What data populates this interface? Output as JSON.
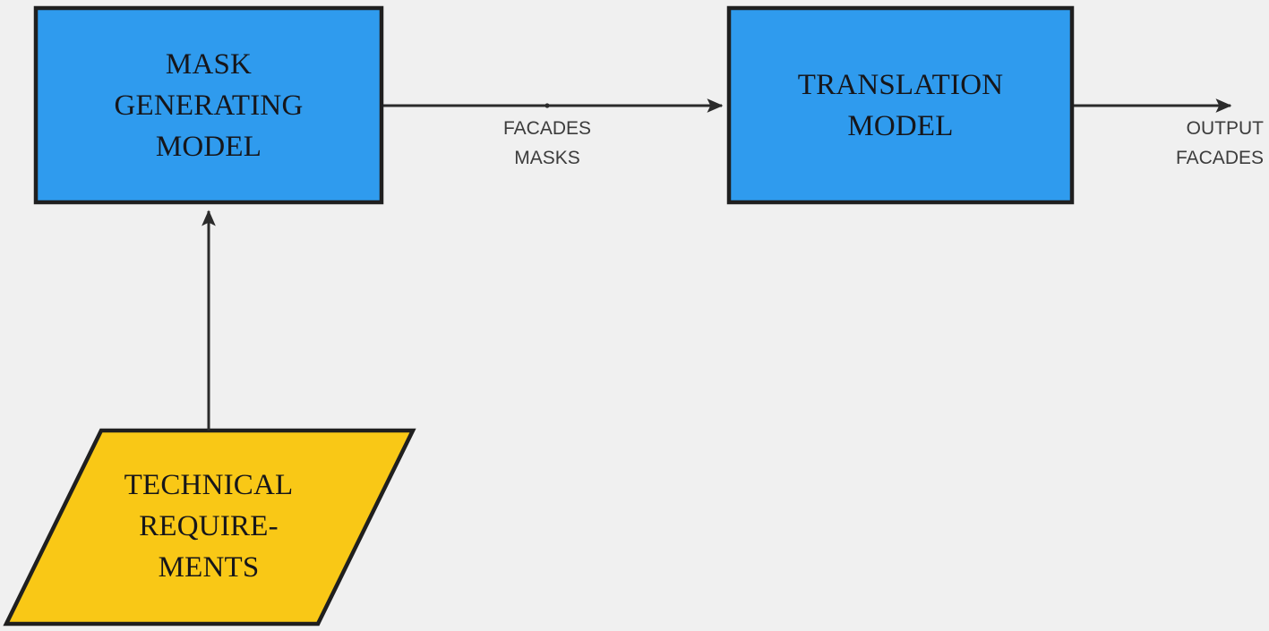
{
  "diagram": {
    "type": "flowchart",
    "background_color": "#f0f0f0",
    "nodes": [
      {
        "id": "mask-generating-model",
        "shape": "rectangle",
        "lines": [
          "MASK",
          "GENERATING",
          "MODEL"
        ],
        "fill_color": "#2f9bee",
        "stroke_color": "#1f1f1f"
      },
      {
        "id": "translation-model",
        "shape": "rectangle",
        "lines": [
          "TRANSLATION",
          "MODEL"
        ],
        "fill_color": "#2f9bee",
        "stroke_color": "#1f1f1f"
      },
      {
        "id": "technical-requirements",
        "shape": "parallelogram",
        "lines": [
          "TECHNICAL",
          "REQUIRE-",
          "MENTS"
        ],
        "fill_color": "#f9c816",
        "stroke_color": "#1f1f1f"
      }
    ],
    "edges": [
      {
        "id": "mask-to-translation",
        "from": "mask-generating-model",
        "to": "translation-model",
        "lines": [
          "FACADES",
          "MASKS"
        ],
        "stroke_color": "#2b2b2b",
        "arrowhead": "filled-triangle"
      },
      {
        "id": "translation-to-output",
        "from": "translation-model",
        "to": "output",
        "lines": [
          "OUTPUT",
          "FACADES"
        ],
        "stroke_color": "#2b2b2b",
        "arrowhead": "filled-triangle"
      },
      {
        "id": "requirements-to-mask",
        "from": "technical-requirements",
        "to": "mask-generating-model",
        "lines": [],
        "stroke_color": "#2b2b2b",
        "arrowhead": "filled-triangle"
      }
    ]
  },
  "nodes": {
    "mask_generating_model": {
      "line1": "MASK",
      "line2": "GENERATING",
      "line3": "MODEL"
    },
    "translation_model": {
      "line1": "TRANSLATION",
      "line2": "MODEL"
    },
    "technical_requirements": {
      "line1": "TECHNICAL",
      "line2": "REQUIRE-",
      "line3": "MENTS"
    }
  },
  "edge_labels": {
    "facades_masks": {
      "line1": "FACADES",
      "line2": "MASKS"
    },
    "output_facades": {
      "line1": "OUTPUT",
      "line2": "FACADES"
    }
  },
  "colors": {
    "background": "#f0f0f0",
    "node_blue": "#2f9bee",
    "node_yellow": "#f9c816",
    "stroke_dark": "#1f1f1f",
    "edge_dark": "#2b2b2b",
    "node_text": "#16161a",
    "edge_text": "#3c3c3c"
  }
}
